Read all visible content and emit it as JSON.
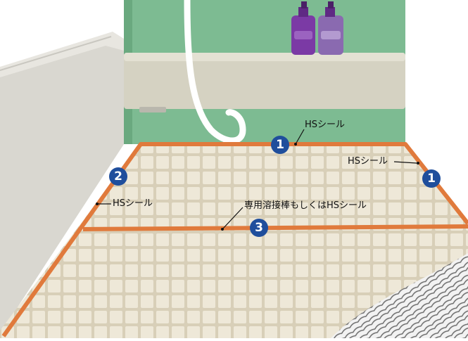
{
  "labels": {
    "top_seal": "HSシール",
    "right_seal": "HSシール",
    "left_seal": "HSシール",
    "middle_seal": "専用溶接棒もしくはHSシール"
  },
  "markers": {
    "top": "1",
    "right": "1",
    "left": "2",
    "middle": "3"
  },
  "colors": {
    "seal_line": "#e07a3c",
    "marker": "#1f4e9c",
    "wall_green": "#7fbf95",
    "floor_tile": "#e9e3d2",
    "floor_grout": "#d6ceb8",
    "bottles": "#7a3a9c"
  }
}
